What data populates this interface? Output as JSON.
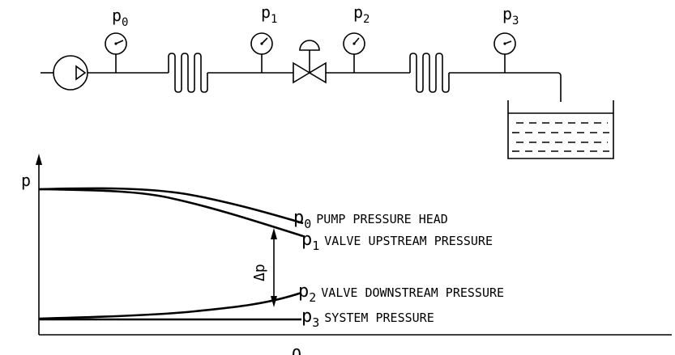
{
  "gauges": [
    {
      "base": "p",
      "sub": "0"
    },
    {
      "base": "p",
      "sub": "1"
    },
    {
      "base": "p",
      "sub": "2"
    },
    {
      "base": "p",
      "sub": "3"
    }
  ],
  "graph": {
    "y_axis": "p",
    "x_axis": "Q",
    "delta": "Δp"
  },
  "curves": [
    {
      "base": "p",
      "sub": "0",
      "label": "PUMP PRESSURE HEAD"
    },
    {
      "base": "p",
      "sub": "1",
      "label": "VALVE UPSTREAM PRESSURE"
    },
    {
      "base": "p",
      "sub": "2",
      "label": "VALVE DOWNSTREAM PRESSURE"
    },
    {
      "base": "p",
      "sub": "3",
      "label": "SYSTEM PRESSURE"
    }
  ]
}
